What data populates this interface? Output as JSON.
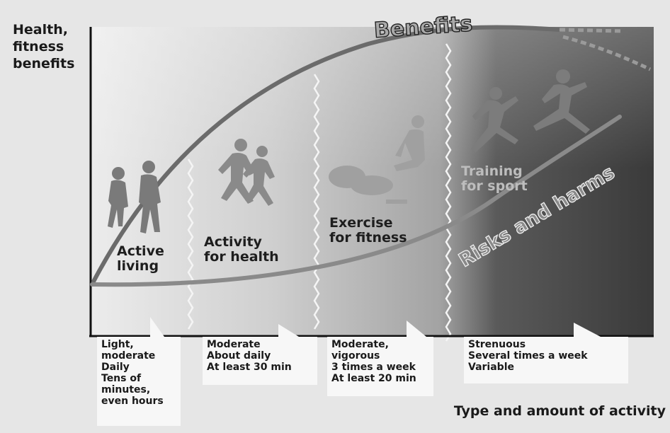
{
  "axes": {
    "y_label": "Health,\nfitness\nbenefits",
    "x_label": "Type and amount of activity"
  },
  "curves": {
    "benefits": "Benefits",
    "risks": "Risks and harms"
  },
  "zones": [
    {
      "label": "Active\nliving",
      "details": [
        "Light,",
        "moderate",
        "Daily",
        "Tens of",
        "minutes,",
        "even hours"
      ]
    },
    {
      "label": "Activity\nfor health",
      "details": [
        "Moderate",
        "About daily",
        "At least 30 min"
      ]
    },
    {
      "label": "Exercise\nfor fitness",
      "details": [
        "Moderate,",
        "vigorous",
        "3 times a week",
        "At least 20 min"
      ]
    },
    {
      "label": "Training\nfor sport",
      "details": [
        "Strenuous",
        "Several times a week",
        "Variable"
      ]
    }
  ],
  "colors": {
    "background": "#e6e6e6",
    "zone_1": "#e9e9e9",
    "zone_2": "#c8c8c8",
    "zone_3": "#8f8f8f",
    "zone_4": "#444444",
    "benefits_curve": "#6b6b6b",
    "risks_curve": "#8a8a8a"
  },
  "icons": [
    "walking-couple-icon",
    "joggers-icon",
    "exercise-figures-icon",
    "sprinters-icon"
  ]
}
